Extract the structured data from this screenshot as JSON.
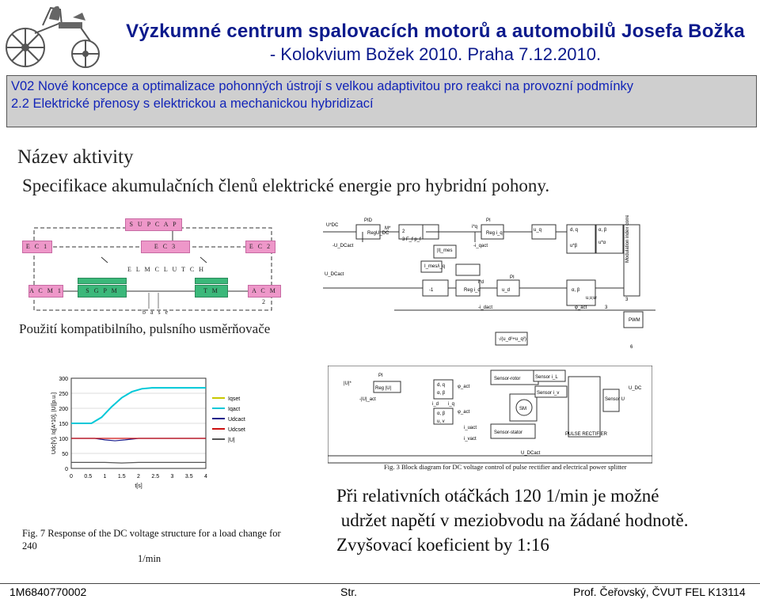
{
  "header": {
    "title": "Výzkumné centrum spalovacích motorů a automobilů Josefa Božka",
    "subtitle": "- Kolokvium Božek 2010. Praha 7.12.2010."
  },
  "topic": {
    "line1": "V02 Nové koncepce a optimalizace pohonných ústrojí s velkou adaptivitou pro reakci na provozní podmínky",
    "line2": "2.2  Elektrické přenosy s elektrickou a mechanickou hybridizací"
  },
  "section_label": "Název aktivity",
  "activity": "Specifikace akumulačních členů elektrické energie pro hybridní pohony.",
  "schematic": {
    "supcap": "S U P C A P",
    "ec1": "E C 1",
    "ec3": "E C 3",
    "ec2": "E C 2",
    "elm_clutch": "E L M    C L U T C H",
    "acm1": "A C M 1",
    "sgpm": "S G  P M",
    "tm": "T M",
    "acm2": "A C M 2",
    "base": "b a s e"
  },
  "usage_text": "Použití kompatibilního, pulsního usměrňovače",
  "graph": {
    "ylabel": "Udc[V], Iq[A*10], |U|[p.u.]",
    "xlabel": "t[s]",
    "y_ticks": [
      "300",
      "250",
      "200",
      "150",
      "100",
      "50",
      "0"
    ],
    "x_ticks": [
      "0",
      "0.5",
      "1",
      "1.5",
      "2",
      "2.5",
      "3",
      "3.5",
      "4"
    ],
    "legend": [
      "Iqset",
      "Iqact",
      "Udcact",
      "Udcset",
      "|U|"
    ],
    "colors": {
      "iqset": "#c8c800",
      "iqact": "#00c8d8",
      "udcact": "#1a1a8a",
      "udcset": "#cc1111",
      "u": "#555555"
    },
    "caption_line1": "Fig. 7 Response of the DC voltage structure for a load change for 240",
    "caption_line2": "1/min"
  },
  "chart_data": {
    "type": "line",
    "xlabel": "t[s]",
    "ylabel": "Udc[V], Iq[A*10], |U|[p.u.]",
    "xlim": [
      0,
      4
    ],
    "ylim": [
      0,
      300
    ],
    "series": [
      {
        "name": "Iqset",
        "x": [
          0,
          0.6,
          0.9,
          1.2,
          1.5,
          1.8,
          2.1,
          2.4,
          3.0,
          3.5,
          4.0
        ],
        "y": [
          150,
          150,
          170,
          205,
          235,
          255,
          265,
          268,
          268,
          268,
          268
        ]
      },
      {
        "name": "Iqact",
        "x": [
          0,
          0.6,
          0.9,
          1.2,
          1.5,
          1.8,
          2.1,
          2.4,
          3.0,
          3.5,
          4.0
        ],
        "y": [
          150,
          150,
          170,
          205,
          235,
          255,
          265,
          268,
          268,
          268,
          268
        ]
      },
      {
        "name": "Udcact",
        "x": [
          0,
          0.7,
          1.0,
          1.3,
          1.6,
          2.0,
          3.0,
          4.0
        ],
        "y": [
          100,
          100,
          95,
          92,
          95,
          100,
          100,
          100
        ]
      },
      {
        "name": "Udcset",
        "x": [
          0,
          4.0
        ],
        "y": [
          100,
          100
        ]
      },
      {
        "name": "|U|",
        "x": [
          0,
          1.0,
          1.5,
          2.0,
          3.0,
          4.0
        ],
        "y": [
          20,
          20,
          18,
          20,
          20,
          20
        ]
      }
    ]
  },
  "block": {
    "labels": [
      "U*DC",
      "PID",
      "RegU_DC",
      "M*",
      "2",
      "3 F_f p_f",
      "PI",
      "i*q",
      "Reg i_q",
      "u_q",
      "d, q",
      "α, β",
      "u*α",
      "u*β",
      "Modulation index correction",
      "-U_DCact",
      "|I|_mes",
      "-i_qact",
      "I_mes/i_q",
      "U_DCact",
      "PI",
      "-1",
      "i*d",
      "Reg i_d",
      "u_d",
      "α, β",
      "u,v,w",
      "-i_dact",
      "φ_act",
      "PWM",
      "3",
      "3",
      "6",
      "√(u_d²+u_q²)"
    ],
    "labels2": [
      "|U|*",
      "PI",
      "Reg |U|",
      "-|U|_act",
      "d, q",
      "α, β",
      "φ_act",
      "i_d",
      "i_q",
      "α, β",
      "u, v",
      "φ_act",
      "Sensor-rotor",
      "Sensor i_L",
      "SM",
      "Sensor i_v",
      "Sensor-stator",
      "i_uact",
      "i_vact",
      "Sensor U",
      "U_DC",
      "PULSE RECTIFIER",
      "U_DCact"
    ],
    "caption": "Fig. 3 Block diagram for DC voltage control of pulse rectifier and electrical power splitter"
  },
  "conclusion": {
    "line1": "Při relativních otáčkách 120 1/min je možné",
    "line2": " udržet napětí v meziobvodu na žádané hodnotě.",
    "line3": "Zvyšovací koeficient by 1:16"
  },
  "footer": {
    "left": "1M6840770002",
    "center": "Str.",
    "right": "Prof. Čeřovský,  ČVUT FEL K13114"
  }
}
